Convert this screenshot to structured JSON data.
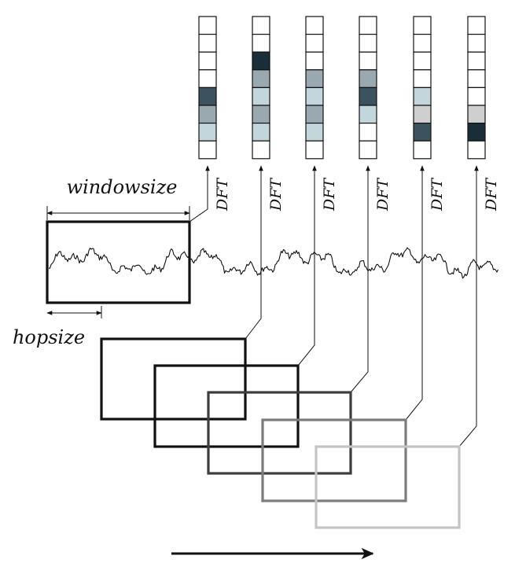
{
  "labels": {
    "window_size": "windowsize",
    "hop_size": "hopsize",
    "transform": "DFT"
  },
  "spectra": [
    {
      "cells": [
        0,
        0,
        0,
        0,
        4,
        2,
        1,
        0
      ]
    },
    {
      "cells": [
        0,
        0,
        5,
        2,
        1,
        2,
        1,
        0
      ]
    },
    {
      "cells": [
        0,
        0,
        0,
        2,
        1,
        2,
        1,
        0
      ]
    },
    {
      "cells": [
        0,
        0,
        0,
        2,
        4,
        1,
        0,
        0
      ]
    },
    {
      "cells": [
        0,
        0,
        0,
        0,
        1,
        6,
        4,
        0
      ]
    },
    {
      "cells": [
        0,
        0,
        0,
        0,
        0,
        6,
        5,
        0
      ]
    }
  ],
  "palette": {
    "shades": [
      "#ffffff",
      "#c2d6dc",
      "#9aa9b0",
      "#7d8f98",
      "#3c525e",
      "#1a2e3a",
      "#cfcfcf"
    ],
    "frame_strokes": [
      "#111111",
      "#111111",
      "#111111",
      "#3d3d3d",
      "#7c7c7c",
      "#c4c4c4"
    ],
    "line": "#111111"
  }
}
